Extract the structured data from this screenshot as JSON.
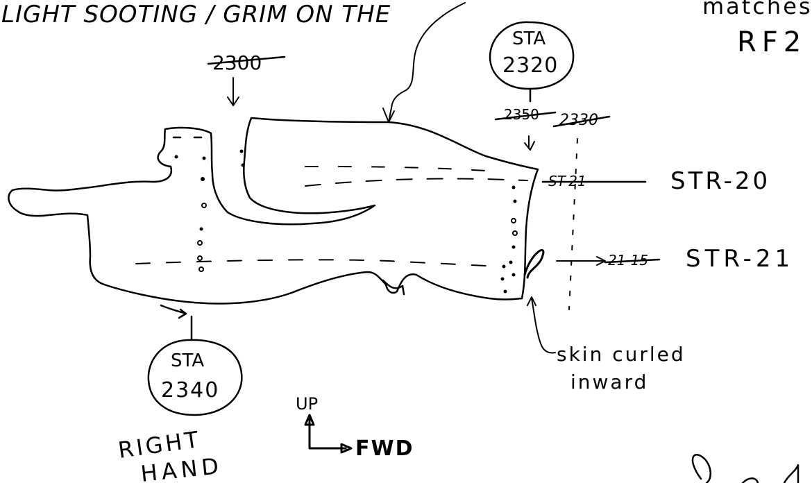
{
  "header": {
    "note_top": "LIGHT SOOTING / GRIM ON THE",
    "matches": "matches",
    "rf": "RF2"
  },
  "stations": {
    "top": {
      "label": "STA",
      "value": "2320"
    },
    "bottom": {
      "label": "STA",
      "value": "2340"
    },
    "struck_top_left": "2300",
    "struck_mid_a": "2350",
    "struck_mid_b": "2330"
  },
  "stringers": {
    "upper": "STR-20",
    "lower": "STR-21",
    "struck_upper": "ST-21",
    "struck_lower": "21-15"
  },
  "notes": {
    "skin_line1": "skin curled",
    "skin_line2": "inward",
    "side_line1": "RIGHT",
    "side_line2": "HAND",
    "orient_up": "UP",
    "orient_fwd": "FWD"
  }
}
